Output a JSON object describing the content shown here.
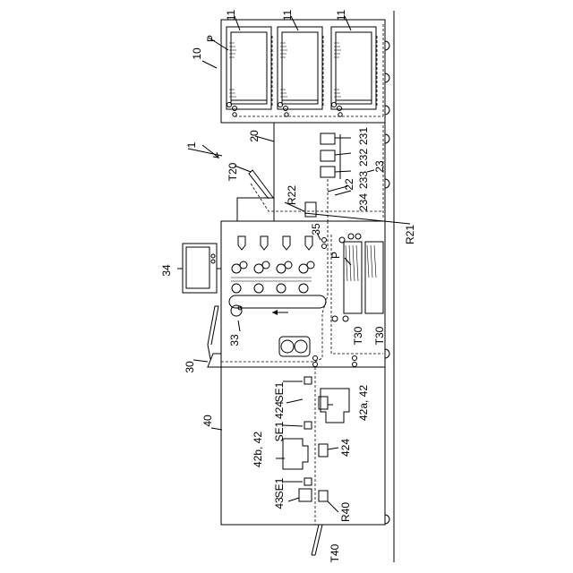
{
  "figure": {
    "system": "1",
    "feeder": "10",
    "trays": [
      "11",
      "11",
      "11"
    ],
    "paper_feeder": "P",
    "paper_main": "P",
    "relay_unit": "20",
    "relay_parts": [
      "231",
      "232",
      "233",
      "234"
    ],
    "relay_group": "23",
    "guide_22": "22",
    "path_r21": "R21",
    "path_r22": "R22",
    "tray_t20": "T20",
    "ops_panel": "34",
    "panel_35": "35",
    "belt_33": "33",
    "tray_t30_upper": "T30",
    "tray_t30_lower": "T30",
    "main_30": "30",
    "post_40": "40",
    "device_42a": "42a, 42",
    "device_42b": "42b, 42",
    "sensor_top": "SE1",
    "sensor_mid": "SE1",
    "sensor_bot": "SE1",
    "unit_424_top": "424",
    "unit_424_bot": "424",
    "unit_43": "43",
    "path_r40": "R40",
    "tray_t40": "T40"
  }
}
